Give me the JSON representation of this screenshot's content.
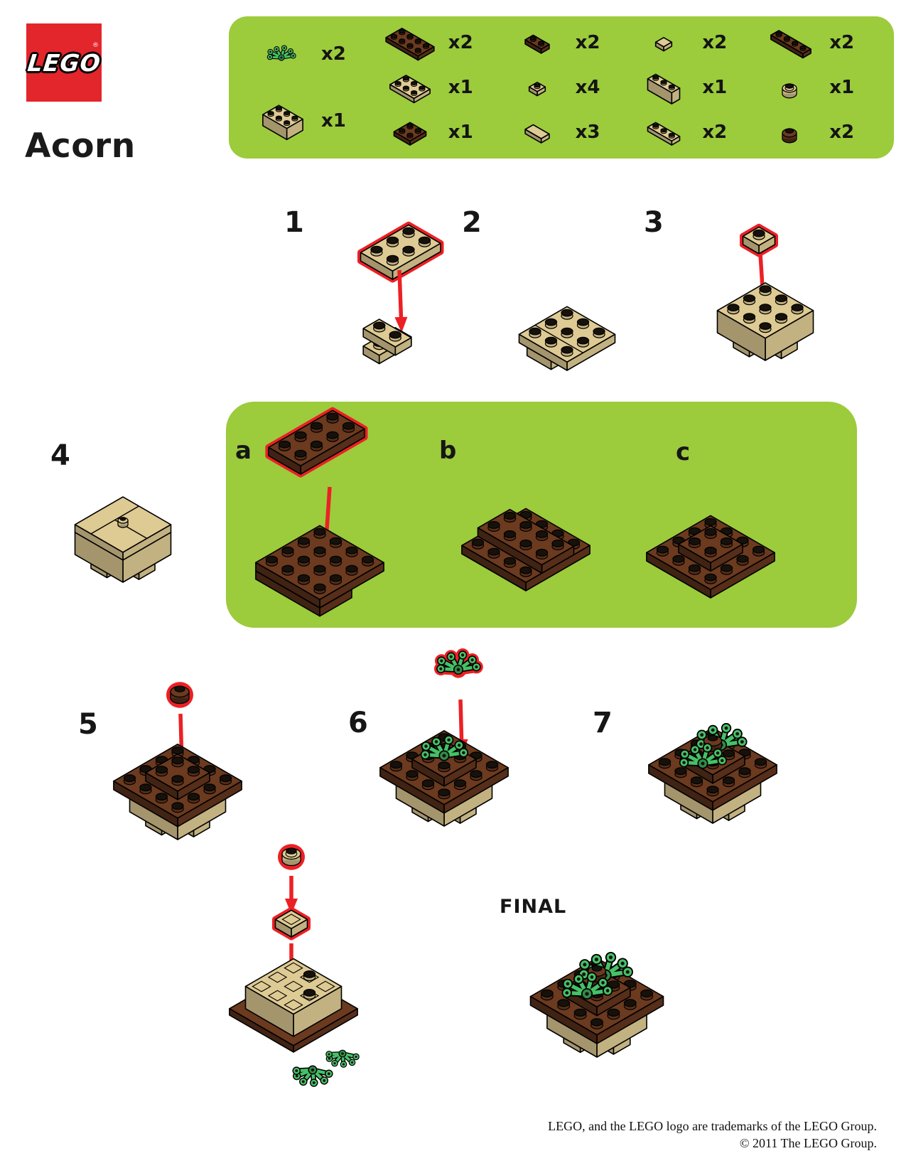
{
  "header": {
    "logo_text": "LEGO",
    "title": "Acorn"
  },
  "parts_box": {
    "columns": [
      {
        "items": [
          {
            "piece": "green-plant-leaves-6x5",
            "qty": "x2"
          },
          {
            "piece": "tan-brick-2x3",
            "qty": "x1"
          }
        ]
      },
      {
        "items": [
          {
            "piece": "brown-plate-2x4",
            "qty": "x2"
          },
          {
            "piece": "tan-plate-2x3",
            "qty": "x1"
          },
          {
            "piece": "brown-plate-2x2",
            "qty": "x1"
          }
        ]
      },
      {
        "items": [
          {
            "piece": "brown-plate-1x2",
            "qty": "x2"
          },
          {
            "piece": "tan-plate-1x1",
            "qty": "x4"
          },
          {
            "piece": "tan-tile-1x2",
            "qty": "x3"
          }
        ]
      },
      {
        "items": [
          {
            "piece": "tan-tile-1x1",
            "qty": "x2"
          },
          {
            "piece": "tan-brick-1x3",
            "qty": "x1"
          },
          {
            "piece": "tan-plate-1x3",
            "qty": "x2"
          }
        ]
      },
      {
        "items": [
          {
            "piece": "brown-plate-1x4",
            "qty": "x2"
          },
          {
            "piece": "tan-round-plate-1x1",
            "qty": "x1"
          },
          {
            "piece": "brown-round-plate-1x1",
            "qty": "x2"
          }
        ]
      }
    ]
  },
  "steps": [
    {
      "label": "1"
    },
    {
      "label": "2"
    },
    {
      "label": "3"
    },
    {
      "label": "4"
    },
    {
      "label": "5"
    },
    {
      "label": "6"
    },
    {
      "label": "7"
    }
  ],
  "substeps": [
    {
      "label": "a"
    },
    {
      "label": "b"
    },
    {
      "label": "c"
    }
  ],
  "final_label": "FINAL",
  "footer": {
    "line1": "LEGO, and the LEGO logo are trademarks of the LEGO Group.",
    "line2": "© 2011 The LEGO Group."
  },
  "colors": {
    "panel_green": "#9CCB3C",
    "highlight_red": "#EC2024",
    "logo_red": "#E3252C",
    "brick_tan": "#DECA93",
    "brick_brown": "#6B3A1F",
    "leaf_green": "#46C167"
  }
}
